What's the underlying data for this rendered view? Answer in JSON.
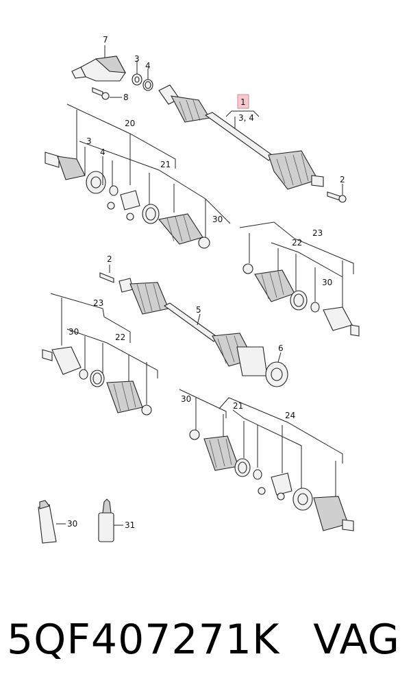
{
  "diagram": {
    "callouts": {
      "c7": "7",
      "c3a": "3",
      "c4a": "4",
      "c8": "8",
      "c1": "1",
      "c1sub": "3, 4",
      "c20": "20",
      "c3b": "3",
      "c4b": "4",
      "c21a": "21",
      "c30a": "30",
      "c2a": "2",
      "c23a": "23",
      "c22a": "22",
      "c30b": "30",
      "c2b": "2",
      "c5": "5",
      "c6": "6",
      "c23b": "23",
      "c30c": "30",
      "c22b": "22",
      "c30d": "30",
      "c21b": "21",
      "c24": "24",
      "c30e": "30",
      "c31": "31"
    },
    "highlight_color": "#f6c9cf",
    "line_color": "#222222"
  },
  "footer": {
    "part_number": "5QF407271K",
    "brand": "VAG"
  }
}
